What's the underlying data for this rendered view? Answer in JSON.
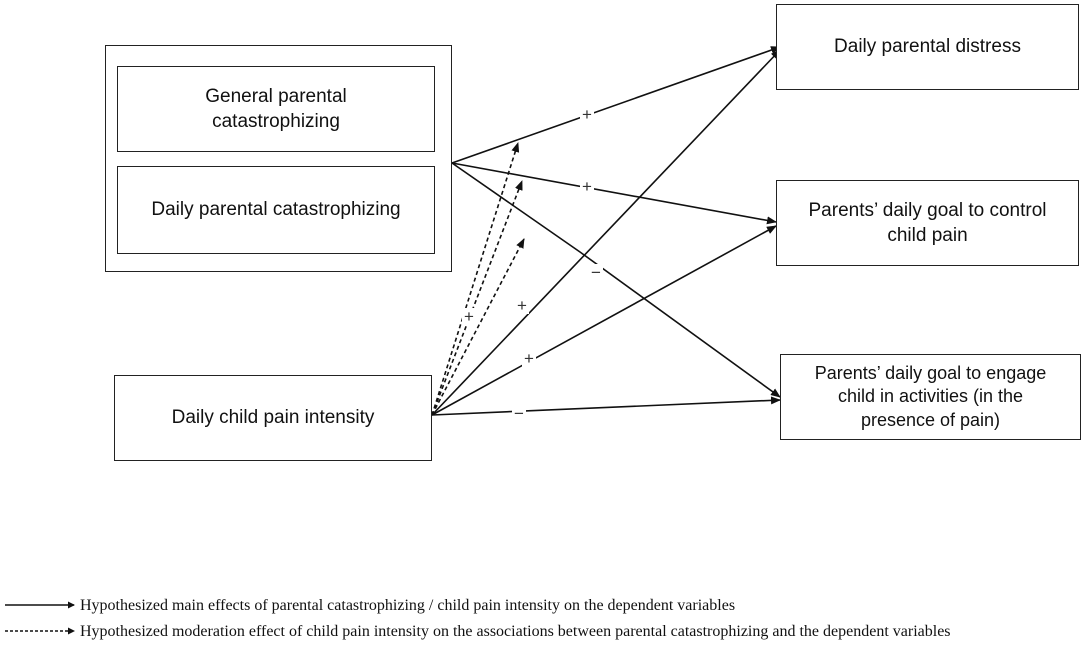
{
  "nodes": {
    "general_catastrophizing": "General parental catastrophizing",
    "daily_catastrophizing": "Daily parental catastrophizing",
    "child_pain": "Daily child pain intensity",
    "distress": "Daily parental distress",
    "goal_control": "Parents’ daily goal to control child pain",
    "goal_engage": "Parents’ daily goal to engage child in activities (in the presence of pain)"
  },
  "signs": {
    "cat_to_distress": "+",
    "cat_to_control": "+",
    "cat_to_engage": "−",
    "pain_to_distress": "+",
    "pain_to_control": "+",
    "pain_to_engage": "−",
    "moderation": "+"
  },
  "legend": {
    "solid": "Hypothesized main effects of parental catastrophizing / child pain intensity on the dependent variables",
    "dashed": "Hypothesized moderation effect of child pain intensity on the associations between parental catastrophizing and the dependent variables"
  }
}
